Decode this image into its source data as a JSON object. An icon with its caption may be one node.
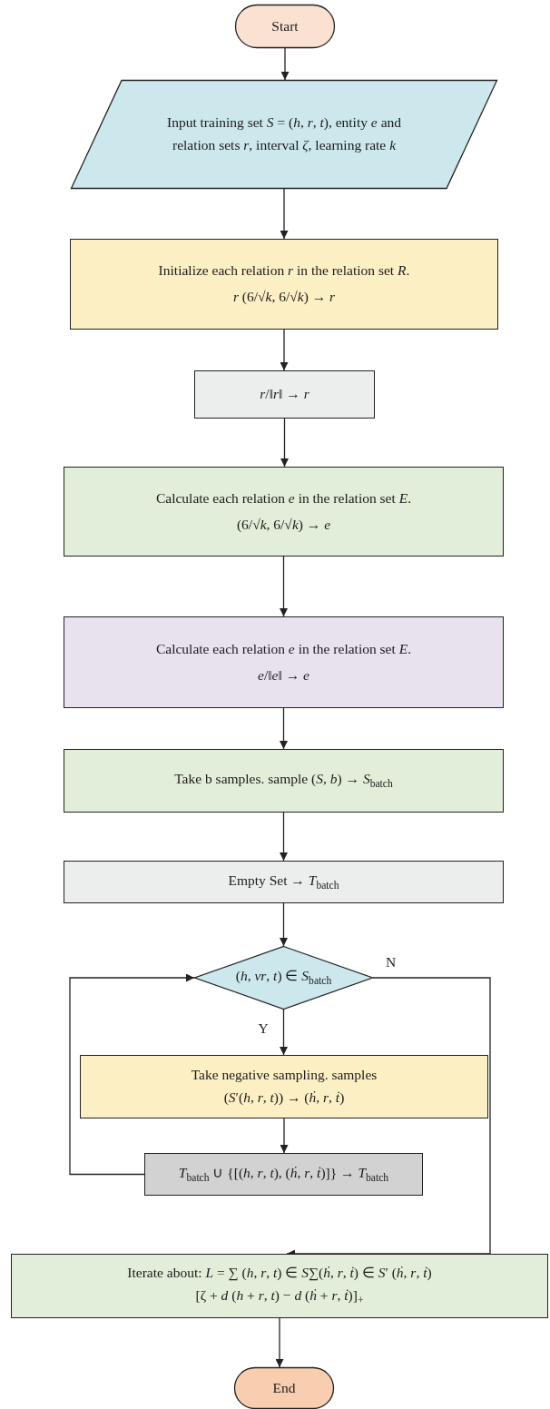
{
  "diagram": {
    "nodes": [
      {
        "text": [
          "Start"
        ]
      },
      {
        "text": [
          "Input training set *S* = (*h*, *r*, *t*), entity *e* and relation sets *r*, interval *ζ*, learning rate *k*"
        ]
      },
      {
        "text": [
          "Initialize each relation *r* in the relation set *R*.",
          "*r* (6/√*k*, 6/√*k*) → *r*"
        ]
      },
      {
        "text": [
          "*r*/‖*r*‖ → *r*"
        ]
      },
      {
        "text": [
          "Calculate each relation *e* in the relation set *E*.",
          "(6/√*k*, 6/√*k*) → *e*"
        ]
      },
      {
        "text": [
          "Calculate each relation *e* in the relation set *E*.",
          "*e*/‖*e*‖ → *e*"
        ]
      },
      {
        "text": [
          "Take b samples. sample (*S*, *b*) → *S*$_{batch}$"
        ]
      },
      {
        "text": [
          "Empty Set → *T*$_{batch}$"
        ]
      },
      {
        "text": [
          "(*h*, *vr*, *t*) ∈ *S*$_{batch}$"
        ]
      },
      {
        "text": [
          "Take negative sampling. samples",
          "(*S*′(*h*, *r*, *t*)) → (*ḣ*, *r*, *ṫ*)"
        ]
      },
      {
        "text": [
          "*T*$_{batch}$ ∪ {[(*h*, *r*, *t*), (*ḣ*, *r*, *ṫ*)]} → *T*$_{batch}$"
        ]
      },
      {
        "text": [
          "Iterate about: *L* = ∑ (*h*, *r*, *t*) ∈ *S*∑(*ḣ*, *r*, *ṫ*) ∈ *S*′ (*ḣ*, *r*, *ṫ*)",
          "[ζ + *d* (*h* + *r*, *t*) − *d* (*ḣ* + *r*, *ṫ*)]$_{+}$"
        ]
      },
      {
        "text": [
          "End"
        ]
      }
    ],
    "edges": [
      {
        "from": 0,
        "to": 1,
        "arrow": "to"
      },
      {
        "from": 1,
        "to": 2,
        "arrow": "to"
      },
      {
        "from": 2,
        "to": 3,
        "arrow": "to"
      },
      {
        "from": 3,
        "to": 4,
        "arrow": "to"
      },
      {
        "from": 4,
        "to": 5,
        "arrow": "to"
      },
      {
        "from": 5,
        "to": 6,
        "arrow": "to"
      },
      {
        "from": 6,
        "to": 7,
        "arrow": "to"
      },
      {
        "from": 7,
        "to": 8,
        "arrow": "to"
      },
      {
        "from": 8,
        "to": 9,
        "arrow": "to",
        "label": "Y"
      },
      {
        "from": 9,
        "to": 10,
        "arrow": "to"
      },
      {
        "from": 10,
        "to": 8,
        "arrow": "to"
      },
      {
        "from": 8,
        "to": 11,
        "arrow": "to",
        "label": "N"
      },
      {
        "from": 11,
        "to": 12,
        "arrow": "to"
      }
    ]
  }
}
